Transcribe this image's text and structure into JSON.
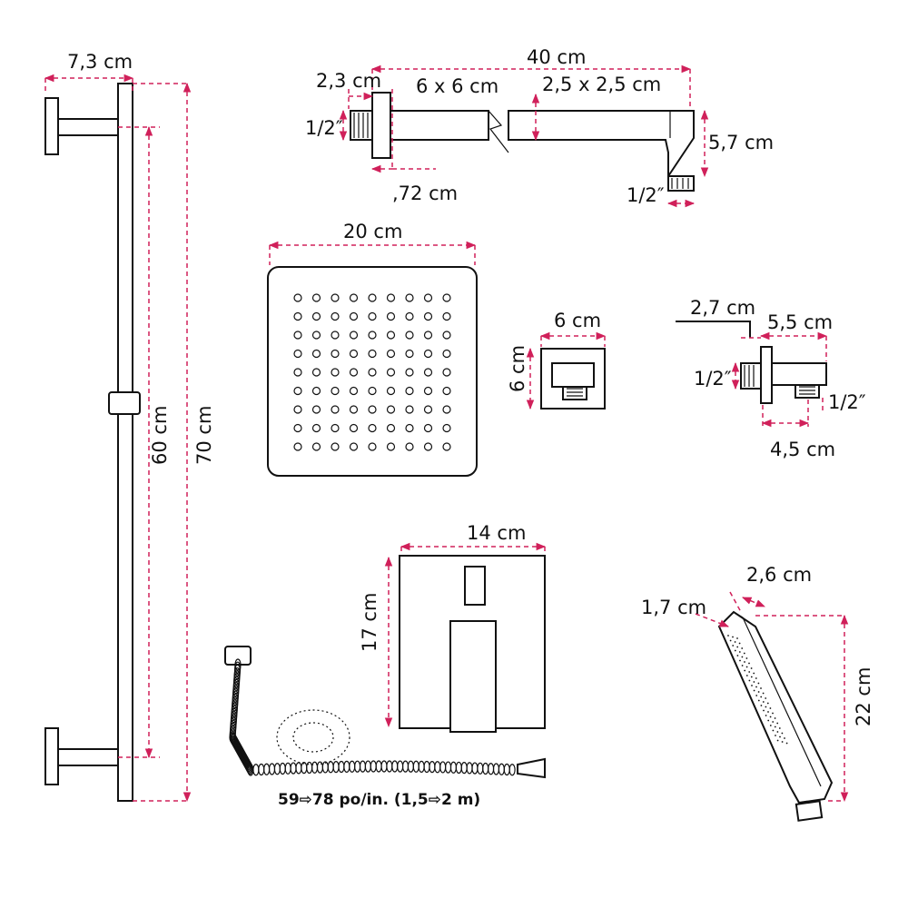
{
  "colors": {
    "dimension_line": "#d0205a",
    "outline": "#111111",
    "background": "#ffffff"
  },
  "slide_bar": {
    "bracket_depth": "7,3 cm",
    "slide_length": "60 cm",
    "total_height": "70 cm"
  },
  "shower_arm": {
    "arm_length": "40 cm",
    "flange_depth": "2,3 cm",
    "flange_size": "6 x 6 cm",
    "tube_section": "2,5 x 2,5 cm",
    "inlet_thread": "1/2″",
    "flange_thickness": ",72 cm",
    "drop_height": "5,7 cm",
    "outlet_thread": "1/2″"
  },
  "rain_head": {
    "width": "20 cm"
  },
  "wall_outlet": {
    "width": "6 cm",
    "height": "6 cm"
  },
  "wall_elbow": {
    "flange_depth": "2,7 cm",
    "length": "5,5 cm",
    "inlet_thread": "1/2″",
    "outlet_thread": "1/2″",
    "outlet_offset": "4,5 cm"
  },
  "valve_plate": {
    "width": "14 cm",
    "height": "17 cm"
  },
  "hose": {
    "length": "59⇨78 po/in. (1,5⇨2 m)"
  },
  "hand_shower": {
    "width": "2,6 cm",
    "depth": "1,7 cm",
    "length": "22 cm"
  }
}
